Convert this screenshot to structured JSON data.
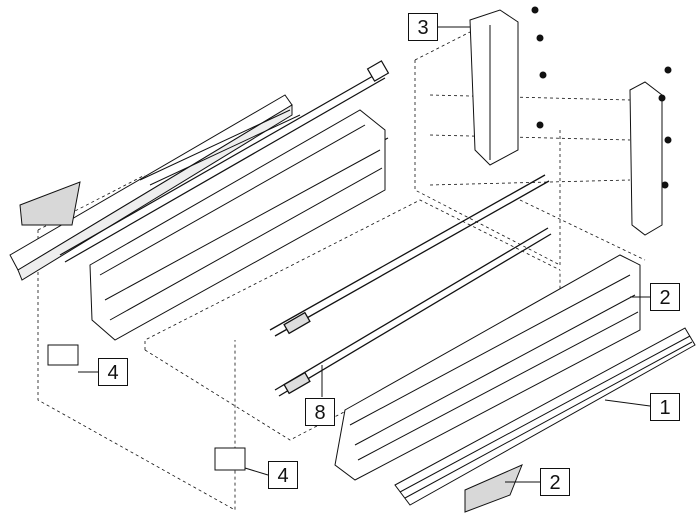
{
  "diagram": {
    "callouts": [
      {
        "id": "c3",
        "label": "3",
        "part": "rear-panel-bracket"
      },
      {
        "id": "c2a",
        "label": "2",
        "part": "drawer-side"
      },
      {
        "id": "c1",
        "label": "1",
        "part": "runner"
      },
      {
        "id": "c8",
        "label": "8",
        "part": "gallery-rail"
      },
      {
        "id": "c4a",
        "label": "4",
        "part": "front-fixing-bracket"
      },
      {
        "id": "c4b",
        "label": "4",
        "part": "front-fixing-bracket"
      },
      {
        "id": "c2b",
        "label": "2",
        "part": "cover-cap"
      }
    ],
    "colors": {
      "line": "#111111",
      "fill": "#ffffff",
      "shade": "#d8d8d8"
    }
  }
}
